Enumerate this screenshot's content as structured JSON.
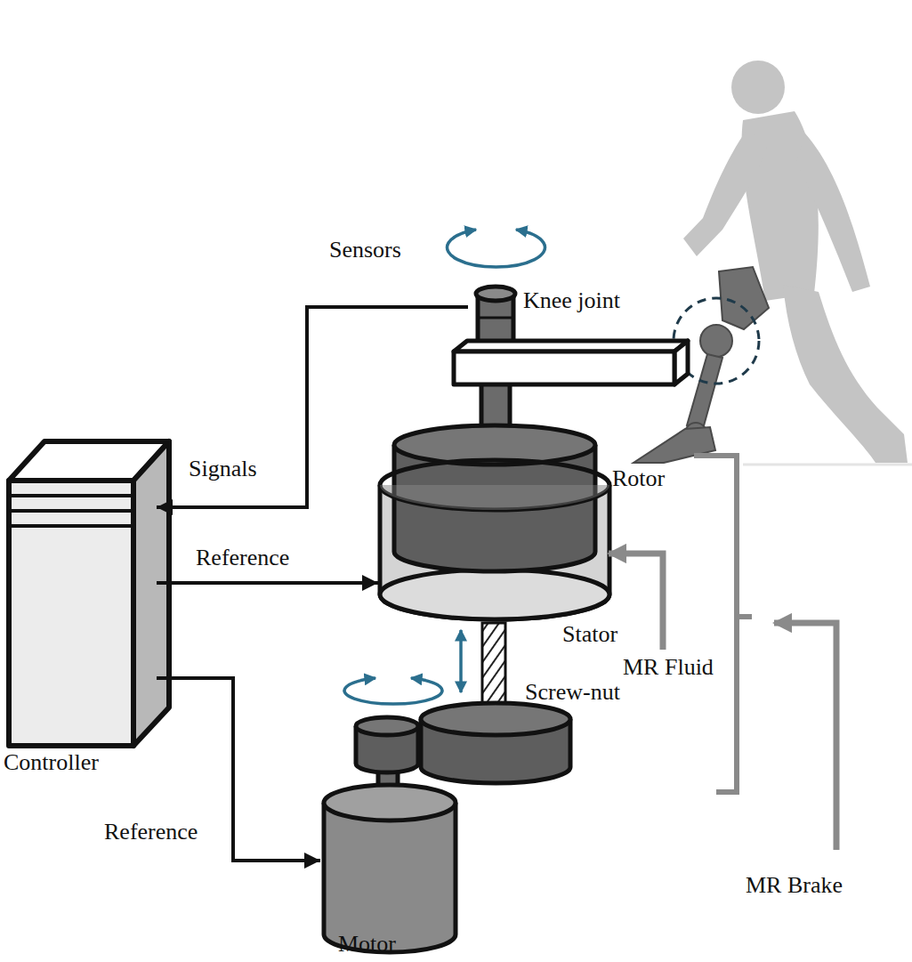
{
  "diagram": {
    "nodes": [
      {
        "text": [
          "Knee joint"
        ]
      },
      {
        "text": [
          "Stator"
        ]
      },
      {
        "text": [
          "Rotor"
        ],
        "in": 1
      },
      {
        "text": [
          "Controller"
        ]
      },
      {
        "text": [
          "Motor"
        ]
      }
    ],
    "edges": [
      {
        "from": 0,
        "to": 3,
        "label": "Signals",
        "arrow": "to"
      },
      {
        "from": 3,
        "to": 1,
        "label": "Reference",
        "arrow": "to"
      },
      {
        "from": 3,
        "to": 4,
        "label": "Reference",
        "arrow": "to"
      }
    ],
    "labels": [
      "Sensors",
      "Screw-nut",
      "MR Fluid",
      "MR Brake"
    ]
  }
}
